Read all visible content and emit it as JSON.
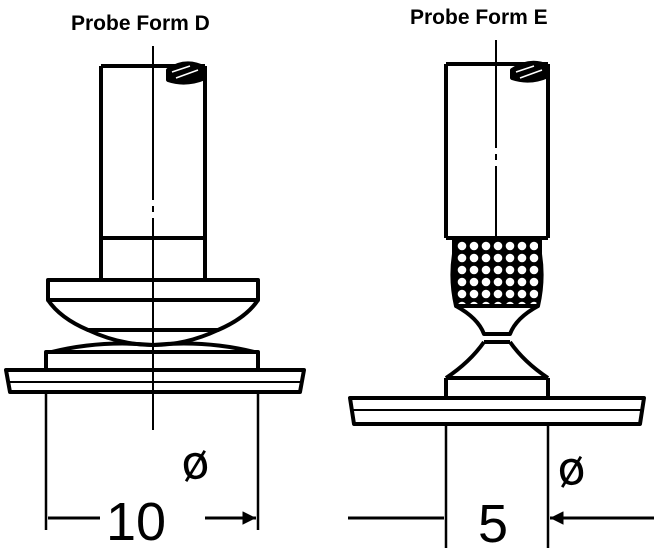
{
  "probe_d": {
    "title": "Probe Form D",
    "dimension_value": "10",
    "dimension_symbol": "ø"
  },
  "probe_e": {
    "title": "Probe Form E",
    "dimension_value": "5",
    "dimension_symbol": "ø"
  }
}
